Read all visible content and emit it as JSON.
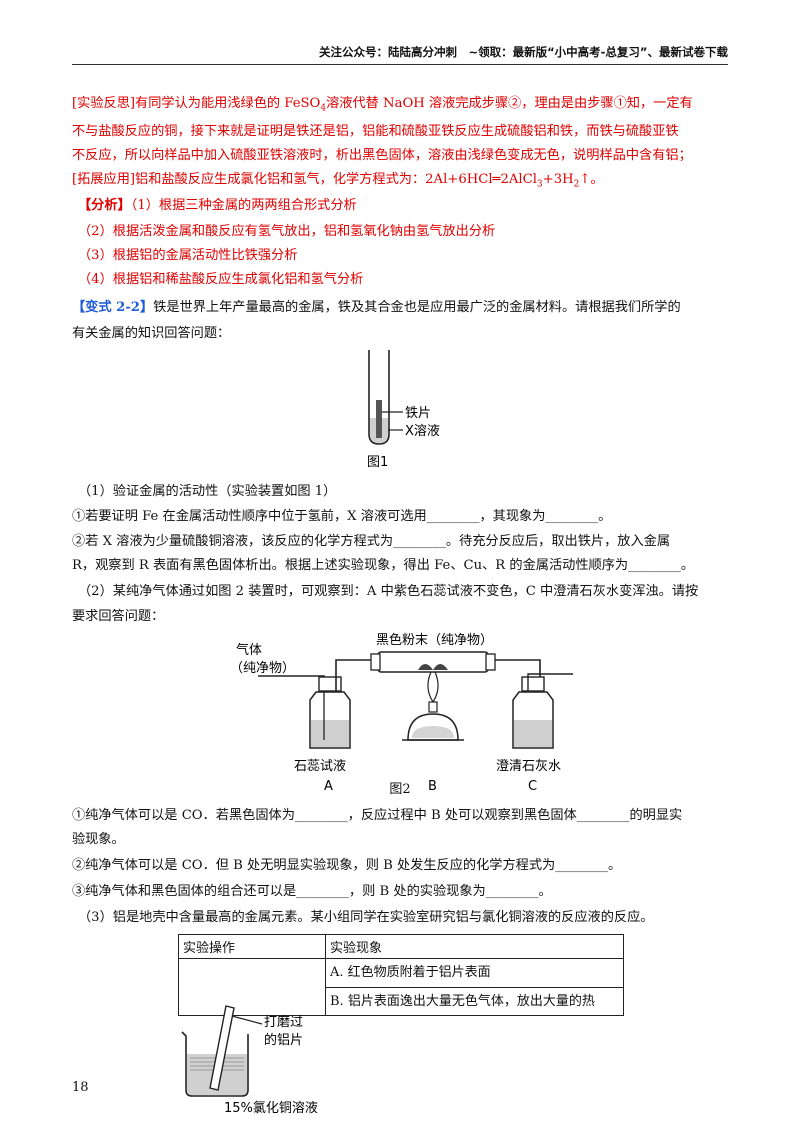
{
  "header": "关注公众号：陆陆高分冲刺　~领取：最新版“小中高考-总复习”、最新试卷下载",
  "reflection": {
    "l1a": "[实验反思]有同学认为能用浅绿色的 FeSO",
    "l1sub": "4",
    "l1b": "溶液代替 NaOH 溶液完成步骤②，理由是由步骤①知，一定有",
    "l2": "不与盐酸反应的铜，接下来就是证明是铁还是铝，铝能和硫酸亚铁反应生成硫酸铝和铁，而铁与硫酸亚铁",
    "l3": "不反应，所以向样品中加入硫酸亚铁溶液时，析出黑色固体，溶液由浅绿色变成无色，说明样品中含有铝；",
    "l4a": "[拓展应用]铝和盐酸反应生成氯化铝和氢气，化学方程式为：2Al+6HCl═2AlCl",
    "l4s1": "3",
    "l4b": "+3H",
    "l4s2": "2",
    "l4c": "↑。"
  },
  "analysis": {
    "tag": "【分析】",
    "a1": "（1）根据三种金属的两两组合形式分析",
    "a2": "（2）根据活泼金属和酸反应有氢气放出，铝和氢氧化钠由氢气放出分析",
    "a3": "（3）根据铝的金属活动性比铁强分析",
    "a4": "（4）根据铝和稀盐酸反应生成氯化铝和氢气分析"
  },
  "variant": {
    "tag": "【变式 2-2】",
    "l1": "铁是世界上年产量最高的金属，铁及其合金也是应用最广泛的金属材料。请根据我们所学的",
    "l2": "有关金属的知识回答问题："
  },
  "fig1": {
    "label_iron": "铁片",
    "label_solution": "X溶液",
    "caption": "图1"
  },
  "q1": {
    "title": "（1）验证金属的活动性（实验装置如图 1）",
    "s1": "①若要证明 Fe 在金属活动性顺序中位于氢前，X 溶液可选用________，其现象为________。",
    "s2a": "②若 X 溶液为少量硫酸铜溶液，该反应的化学方程式为________。待充分反应后，取出铁片，放入金属",
    "s2b": "R，观察到 R 表面有黑色固体析出。根据上述实验现象，得出 Fe、Cu、R 的金属活动性顺序为________。"
  },
  "q2": {
    "l1": "（2）某纯净气体通过如图 2 装置时，可观察到：A 中紫色石蕊试液不变色，C 中澄清石灰水变浑浊。请按",
    "l2": "要求回答问题："
  },
  "fig2": {
    "gas_label1": "气体",
    "gas_label2": "（纯净物）",
    "powder_label": "黑色粉末（纯净物）",
    "a_name": "石蕊试液",
    "a_letter": "A",
    "b_letter": "B",
    "c_name": "澄清石灰水",
    "c_letter": "C",
    "caption": "图2"
  },
  "q2s": {
    "s1a": "①纯净气体可以是 CO．若黑色固体为________，反应过程中 B 处可以观察到黑色固体________的明显实",
    "s1b": "验现象。",
    "s2": "②纯净气体可以是 CO．但 B 处无明显实验现象，则 B 处发生反应的化学方程式为________。",
    "s3": "③纯净气体和黑色固体的组合还可以是________，则 B 处的实验现象为________。"
  },
  "q3": {
    "l1": "（3）铝是地壳中含量最高的金属元素。某小组同学在实验室研究铝与氯化铜溶液的反应液的反应。"
  },
  "table": {
    "h1": "实验操作",
    "h2": "实验现象",
    "rA": "A.  红色物质附着于铝片表面",
    "rB": "B.  铝片表面逸出大量无色气体，放出大量的热"
  },
  "fig3": {
    "label_al1": "打磨过",
    "label_al2": "的铝片",
    "label_sol": "15%氯化铜溶液"
  },
  "page_number": "18",
  "colors": {
    "answer_red": "#e00000",
    "tag_blue": "#1e5bd8"
  }
}
